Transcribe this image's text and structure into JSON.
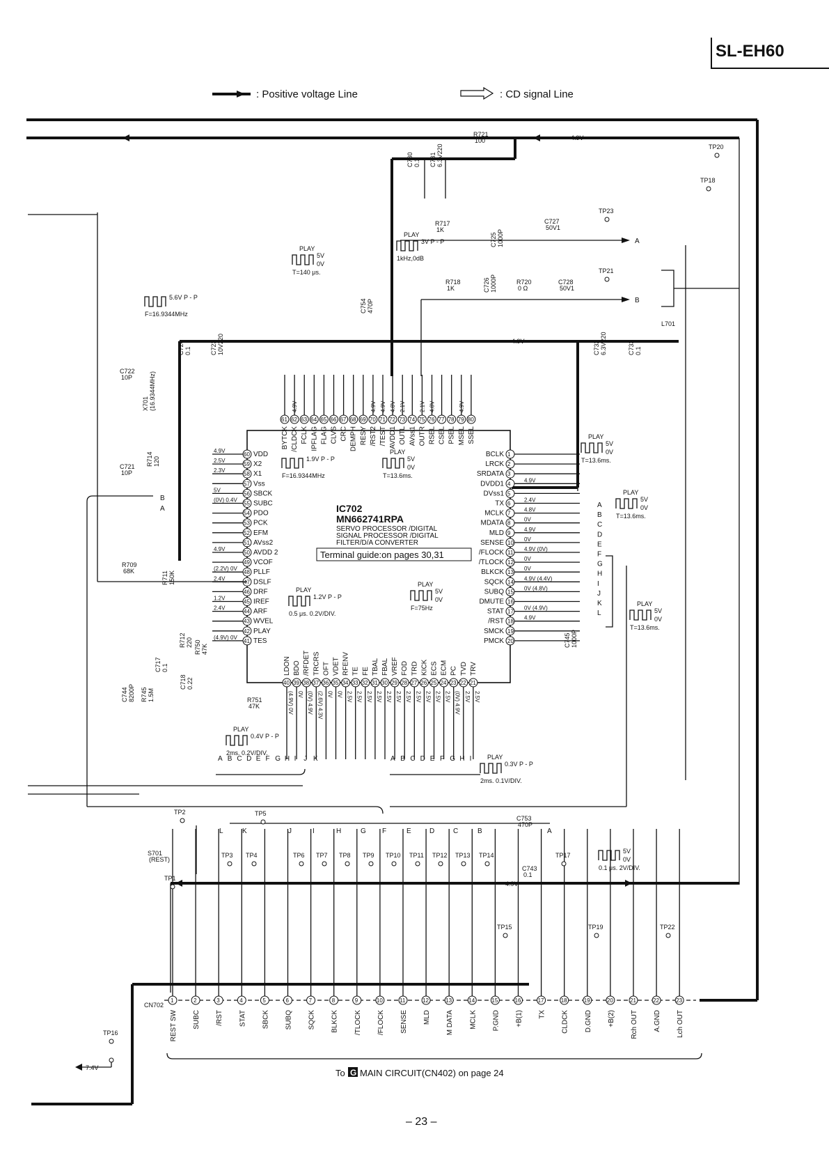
{
  "header": {
    "model": "SL-EH60",
    "page_number": "– 23 –"
  },
  "legend": {
    "positive": ": Positive voltage Line",
    "cd_signal": ": CD signal Line"
  },
  "ic": {
    "ref": "IC702",
    "part": "MN662741RPA",
    "desc": [
      "SERVO PROCESSOR /DIGITAL",
      "SIGNAL PROCESSOR /DIGITAL",
      "FILTER/D/A CONVERTER"
    ],
    "terminal_guide": "Terminal guide:on pages 30,31",
    "left_pins": [
      {
        "n": "60",
        "name": "VDD",
        "v": "4.9V"
      },
      {
        "n": "59",
        "name": "X2",
        "v": "2.5V"
      },
      {
        "n": "58",
        "name": "X1",
        "v": "2.3V"
      },
      {
        "n": "57",
        "name": "Vss",
        "v": ""
      },
      {
        "n": "56",
        "name": "SBCK",
        "v": "5V"
      },
      {
        "n": "55",
        "name": "SUBC",
        "v": "(0V) 0.4V"
      },
      {
        "n": "54",
        "name": "PDO",
        "v": ""
      },
      {
        "n": "53",
        "name": "PCK",
        "v": ""
      },
      {
        "n": "52",
        "name": "EFM",
        "v": ""
      },
      {
        "n": "51",
        "name": "AVss2",
        "v": ""
      },
      {
        "n": "50",
        "name": "AVDD 2",
        "v": "4.9V"
      },
      {
        "n": "49",
        "name": "VCOF",
        "v": ""
      },
      {
        "n": "48",
        "name": "PLLF",
        "v": "(2.2V) 0V"
      },
      {
        "n": "47",
        "name": "DSLF",
        "v": "2.4V"
      },
      {
        "n": "46",
        "name": "DRF",
        "v": ""
      },
      {
        "n": "45",
        "name": "IREF",
        "v": "1.2V"
      },
      {
        "n": "44",
        "name": "ARF",
        "v": "2.4V"
      },
      {
        "n": "43",
        "name": "WVEL",
        "v": ""
      },
      {
        "n": "42",
        "name": "PLAY",
        "v": ""
      },
      {
        "n": "41",
        "name": "TES",
        "v": "(4.9V) 0V"
      }
    ],
    "right_pins": [
      {
        "n": "1",
        "name": "BCLK",
        "v": ""
      },
      {
        "n": "2",
        "name": "LRCK",
        "v": ""
      },
      {
        "n": "3",
        "name": "SRDATA",
        "v": ""
      },
      {
        "n": "4",
        "name": "DVDD1",
        "v": "4.9V"
      },
      {
        "n": "5",
        "name": "DVss1",
        "v": ""
      },
      {
        "n": "6",
        "name": "TX",
        "v": "2.4V"
      },
      {
        "n": "7",
        "name": "MCLK",
        "v": "4.8V"
      },
      {
        "n": "8",
        "name": "MDATA",
        "v": "0V"
      },
      {
        "n": "9",
        "name": "MLD",
        "v": "4.9V"
      },
      {
        "n": "10",
        "name": "SENSE",
        "v": "0V"
      },
      {
        "n": "11",
        "name": "/FLOCK",
        "v": "4.9V (0V)"
      },
      {
        "n": "12",
        "name": "/TLOCK",
        "v": "0V"
      },
      {
        "n": "13",
        "name": "BLKCK",
        "v": "0V"
      },
      {
        "n": "14",
        "name": "SQCK",
        "v": "4.9V (4.4V)"
      },
      {
        "n": "15",
        "name": "SUBQ",
        "v": "0V (4.8V)"
      },
      {
        "n": "16",
        "name": "DMUTE",
        "v": ""
      },
      {
        "n": "17",
        "name": "STAT",
        "v": "0V (4.9V)"
      },
      {
        "n": "18",
        "name": "/RST",
        "v": "4.9V"
      },
      {
        "n": "19",
        "name": "SMCK",
        "v": ""
      },
      {
        "n": "20",
        "name": "PMCK",
        "v": ""
      }
    ],
    "top_pins": [
      {
        "n": "61",
        "name": "BYTCK",
        "v": ""
      },
      {
        "n": "62",
        "name": "/CLDCK",
        "v": "4.9V"
      },
      {
        "n": "63",
        "name": "FCLK",
        "v": ""
      },
      {
        "n": "64",
        "name": "IPFLAG",
        "v": ""
      },
      {
        "n": "65",
        "name": "FLAG",
        "v": ""
      },
      {
        "n": "66",
        "name": "CLVS",
        "v": ""
      },
      {
        "n": "67",
        "name": "CRC",
        "v": ""
      },
      {
        "n": "68",
        "name": "DEMPH",
        "v": ""
      },
      {
        "n": "69",
        "name": "RESY",
        "v": ""
      },
      {
        "n": "70",
        "name": "/RST2",
        "v": "4.9V"
      },
      {
        "n": "71",
        "name": "/TEST",
        "v": "4.9V"
      },
      {
        "n": "72",
        "name": "AVDD1",
        "v": "4.8V"
      },
      {
        "n": "73",
        "name": "OUTL",
        "v": "2.1V"
      },
      {
        "n": "74",
        "name": "AVss1",
        "v": ""
      },
      {
        "n": "75",
        "name": "OUTR",
        "v": "2.1V"
      },
      {
        "n": "76",
        "name": "RSEL",
        "v": "4.8V"
      },
      {
        "n": "77",
        "name": "CSEL",
        "v": ""
      },
      {
        "n": "78",
        "name": "PSEL",
        "v": ""
      },
      {
        "n": "79",
        "name": "MSEL",
        "v": "4.9V"
      },
      {
        "n": "80",
        "name": "SSEL",
        "v": ""
      }
    ],
    "bottom_pins": [
      {
        "n": "40",
        "name": "LDON",
        "v": "(4.9V) 0V"
      },
      {
        "n": "39",
        "name": "BDO",
        "v": "0V"
      },
      {
        "n": "38",
        "name": "/RFDET",
        "v": "(0V) 4.9V"
      },
      {
        "n": "37",
        "name": "TRCRS",
        "v": "(2.6V) 4.3V"
      },
      {
        "n": "36",
        "name": "OFT",
        "v": "0V"
      },
      {
        "n": "35",
        "name": "VDET",
        "v": "0V"
      },
      {
        "n": "34",
        "name": "RFENV",
        "v": "2.5V"
      },
      {
        "n": "33",
        "name": "TE",
        "v": "2.5V"
      },
      {
        "n": "32",
        "name": "FE",
        "v": "2.5V"
      },
      {
        "n": "31",
        "name": "TBAL",
        "v": "2.5V"
      },
      {
        "n": "30",
        "name": "FBAL",
        "v": "2.5V"
      },
      {
        "n": "29",
        "name": "VREF",
        "v": "2.5V"
      },
      {
        "n": "28",
        "name": "FOD",
        "v": "2.5V"
      },
      {
        "n": "27",
        "name": "TRD",
        "v": "2.5V"
      },
      {
        "n": "26",
        "name": "KICK",
        "v": "2.5V"
      },
      {
        "n": "25",
        "name": "ECS",
        "v": "2.5V"
      },
      {
        "n": "24",
        "name": "ECM",
        "v": "2.5V"
      },
      {
        "n": "23",
        "name": "PC",
        "v": "(0V) 4.9V"
      },
      {
        "n": "22",
        "name": "TVD",
        "v": "2.5V"
      },
      {
        "n": "21",
        "name": "TRV",
        "v": "2.5V"
      }
    ]
  },
  "components": [
    {
      "ref": "R721",
      "val": "100"
    },
    {
      "ref": "C730",
      "val": "0.1"
    },
    {
      "ref": "C731",
      "val": "6.3V220"
    },
    {
      "ref": "R717",
      "val": "1K"
    },
    {
      "ref": "C727",
      "val": "50V1"
    },
    {
      "ref": "C725",
      "val": "1000P"
    },
    {
      "ref": "R718",
      "val": "1K"
    },
    {
      "ref": "C726",
      "val": "1000P"
    },
    {
      "ref": "R720",
      "val": "0 Ω"
    },
    {
      "ref": "C728",
      "val": "50V1"
    },
    {
      "ref": "C754",
      "val": "470P"
    },
    {
      "ref": "L701",
      "val": ""
    },
    {
      "ref": "C724",
      "val": "0.1"
    },
    {
      "ref": "C723",
      "val": "10V220"
    },
    {
      "ref": "C732",
      "val": "6.3V220"
    },
    {
      "ref": "C733",
      "val": "0.1"
    },
    {
      "ref": "C722",
      "val": "10P"
    },
    {
      "ref": "X701",
      "val": "(16.9344MHz)"
    },
    {
      "ref": "C721",
      "val": "10P"
    },
    {
      "ref": "R714",
      "val": "120"
    },
    {
      "ref": "R709",
      "val": "68K"
    },
    {
      "ref": "R711",
      "val": "150K"
    },
    {
      "ref": "R712",
      "val": "220"
    },
    {
      "ref": "R750",
      "val": "47K"
    },
    {
      "ref": "C717",
      "val": "0.1"
    },
    {
      "ref": "C718",
      "val": "0.22"
    },
    {
      "ref": "C744",
      "val": "8200P"
    },
    {
      "ref": "R745",
      "val": "1.5M"
    },
    {
      "ref": "R751",
      "val": "47K"
    },
    {
      "ref": "C745",
      "val": "1000P"
    },
    {
      "ref": "C753",
      "val": "470P"
    },
    {
      "ref": "C743",
      "val": "0.1"
    },
    {
      "ref": "S701",
      "val": "(REST)"
    }
  ],
  "test_points": [
    "TP1",
    "TP2",
    "TP3",
    "TP4",
    "TP5",
    "TP6",
    "TP7",
    "TP8",
    "TP9",
    "TP10",
    "TP11",
    "TP12",
    "TP13",
    "TP14",
    "TP15",
    "TP16",
    "TP17",
    "TP18",
    "TP19",
    "TP20",
    "TP21",
    "TP22",
    "TP23"
  ],
  "waveforms": [
    {
      "label": "PLAY",
      "amp": "5V",
      "low": "0V",
      "period": "T=140 μs."
    },
    {
      "label": "PLAY",
      "amp": "3V P - P",
      "note": "1kHz,0dB"
    },
    {
      "label": "",
      "amp": "5.6V P - P",
      "note": "F=16.9344MHz"
    },
    {
      "label": "",
      "amp": "1.9V P - P",
      "note": "F=16.9344MHz"
    },
    {
      "label": "PLAY",
      "amp": "5V",
      "low": "0V",
      "period": "T=13.6ms."
    },
    {
      "label": "PLAY",
      "amp": "5V",
      "low": "0V",
      "period": "T=13.6ms."
    },
    {
      "label": "PLAY",
      "amp": "5V",
      "low": "0V",
      "period": "T=13.6ms."
    },
    {
      "label": "PLAY",
      "amp": "5V",
      "low": "0V",
      "period": "T=13.6ms."
    },
    {
      "label": "PLAY",
      "amp": "1.2V P - P",
      "note": "0.5 μs. 0.2V/DIV."
    },
    {
      "label": "PLAY",
      "amp": "5V",
      "low": "0V",
      "period": "F=75Hz"
    },
    {
      "label": "PLAY",
      "amp": "0.4V P - P",
      "note": "2ms. 0.2V/DIV."
    },
    {
      "label": "PLAY",
      "amp": "0.3V P - P",
      "note": "2ms. 0.1V/DIV."
    },
    {
      "label": "",
      "amp": "5V",
      "low": "0V",
      "note": "0.1 μs. 2V/DIV."
    }
  ],
  "voltages": {
    "rail_top": "4.9V",
    "rail_mid": "4.9V",
    "rail_bottom": "4.9V",
    "tp16": "7.4V"
  },
  "connector": {
    "ref": "CN702",
    "pins": [
      {
        "n": "1",
        "name": "REST SW"
      },
      {
        "n": "2",
        "name": "SUBC"
      },
      {
        "n": "3",
        "name": "/RST"
      },
      {
        "n": "4",
        "name": "STAT"
      },
      {
        "n": "5",
        "name": "SBCK"
      },
      {
        "n": "6",
        "name": "SUBQ"
      },
      {
        "n": "7",
        "name": "SQCK"
      },
      {
        "n": "8",
        "name": "BLKCK"
      },
      {
        "n": "9",
        "name": "/TLOCK"
      },
      {
        "n": "10",
        "name": "/FLOCK"
      },
      {
        "n": "11",
        "name": "SENSE"
      },
      {
        "n": "12",
        "name": "MLD"
      },
      {
        "n": "13",
        "name": "M DATA"
      },
      {
        "n": "14",
        "name": "MCLK"
      },
      {
        "n": "15",
        "name": "P.GND"
      },
      {
        "n": "16",
        "name": "+B(1)"
      },
      {
        "n": "17",
        "name": "TX"
      },
      {
        "n": "18",
        "name": "CLDCK"
      },
      {
        "n": "19",
        "name": "D.GND"
      },
      {
        "n": "20",
        "name": "+B(2)"
      },
      {
        "n": "21",
        "name": "Rch OUT"
      },
      {
        "n": "22",
        "name": "A.GND"
      },
      {
        "n": "23",
        "name": "Lch OUT"
      }
    ],
    "to_prefix": "To",
    "to_badge": "G",
    "to_text": "MAIN CIRCUIT(CN402) on page 24"
  },
  "bus_letters_top": [
    "L",
    "K",
    "J",
    "I",
    "H",
    "G",
    "F",
    "E",
    "D",
    "C",
    "B",
    "A"
  ],
  "bus_letters_bottom_left": [
    "A",
    "B",
    "C",
    "D",
    "E",
    "F",
    "G",
    "H",
    "I",
    "J",
    "K"
  ],
  "bus_letters_bottom_right": [
    "A",
    "B",
    "C",
    "D",
    "E",
    "F",
    "G",
    "H",
    "I"
  ],
  "bus_letters_right": [
    "A",
    "B",
    "C",
    "D",
    "E",
    "F",
    "G",
    "H",
    "I",
    "J",
    "K",
    "L"
  ],
  "outputs": [
    "A",
    "B"
  ]
}
